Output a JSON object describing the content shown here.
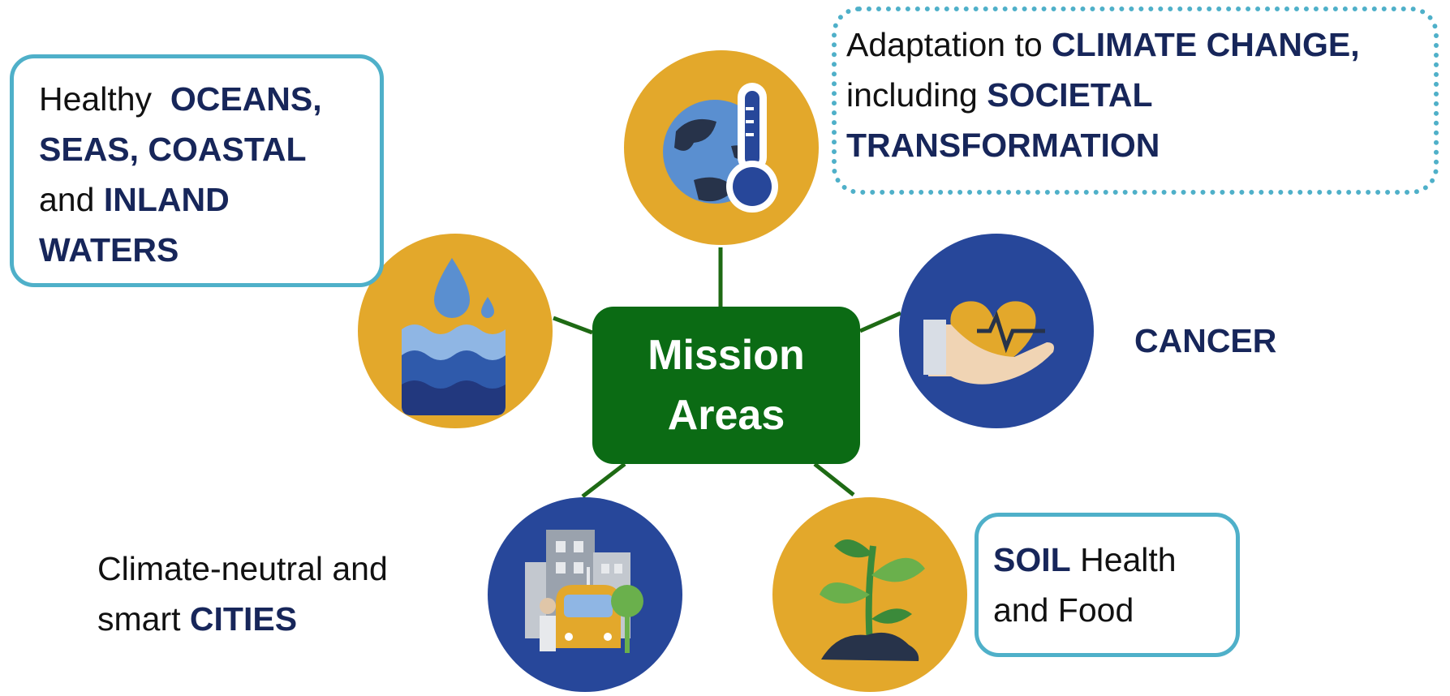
{
  "center": {
    "line1": "Mission",
    "line2": "Areas"
  },
  "missions": {
    "oceans": {
      "p1": "Healthy",
      "k1": "OCEANS,",
      "k2": "SEAS, COASTAL",
      "p2": "and",
      "k3": "INLAND",
      "k4": "WATERS",
      "icon": "water-drop-icon"
    },
    "climate": {
      "p1": "Adaptation to",
      "k1": "CLIMATE CHANGE,",
      "p2": "including",
      "k2": "SOCIETAL",
      "k3": "TRANSFORMATION",
      "icon": "globe-thermometer-icon"
    },
    "cancer": {
      "k1": "CANCER",
      "icon": "hand-heart-icon"
    },
    "cities": {
      "p1": "Climate-neutral and",
      "p2": "smart",
      "k1": "CITIES",
      "icon": "city-tram-icon"
    },
    "soil": {
      "k1": "SOIL",
      "p1": "Health",
      "p2": "and Food",
      "icon": "plant-sprout-icon"
    }
  },
  "colors": {
    "center": "#0b6b14",
    "connector": "#1e6a14",
    "gold": "#e3a82b",
    "navy": "#27479a",
    "keyword": "#17265a",
    "frame": "#4fb0c9"
  }
}
